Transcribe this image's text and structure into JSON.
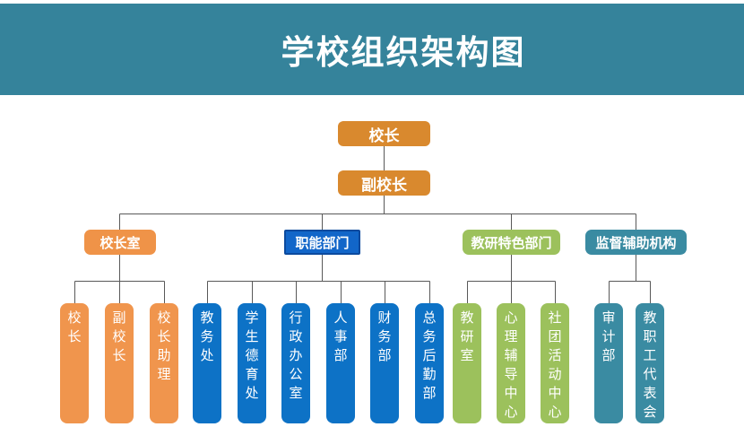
{
  "banner": {
    "title": "学校组织架构图"
  },
  "palette": {
    "banner_teal": "#35839b",
    "node_orange_dark": "#d9892e",
    "node_orange_light": "#f0954d",
    "node_blue": "#0d72c6",
    "node_blue_border": "#0b4a9e",
    "node_green": "#9cc15c",
    "node_teal": "#3a8ba2",
    "connector_line": "#595959",
    "text_white": "#ffffff"
  },
  "chart": {
    "root": {
      "label": "校长"
    },
    "deputy": {
      "label": "副校长"
    },
    "branches": [
      {
        "label": "校长室",
        "children": [
          "校长",
          "副校长",
          "校长助理"
        ]
      },
      {
        "label": "职能部门",
        "children": [
          "教务处",
          "学生德育处",
          "行政办公室",
          "人事部",
          "财务部",
          "总务后勤部"
        ]
      },
      {
        "label": "教研特色部门",
        "children": [
          "教研室",
          "心理辅导中心",
          "社团活动中心"
        ]
      },
      {
        "label": "监督辅助机构",
        "children": [
          "审计部",
          "教职工代表会"
        ]
      }
    ]
  }
}
